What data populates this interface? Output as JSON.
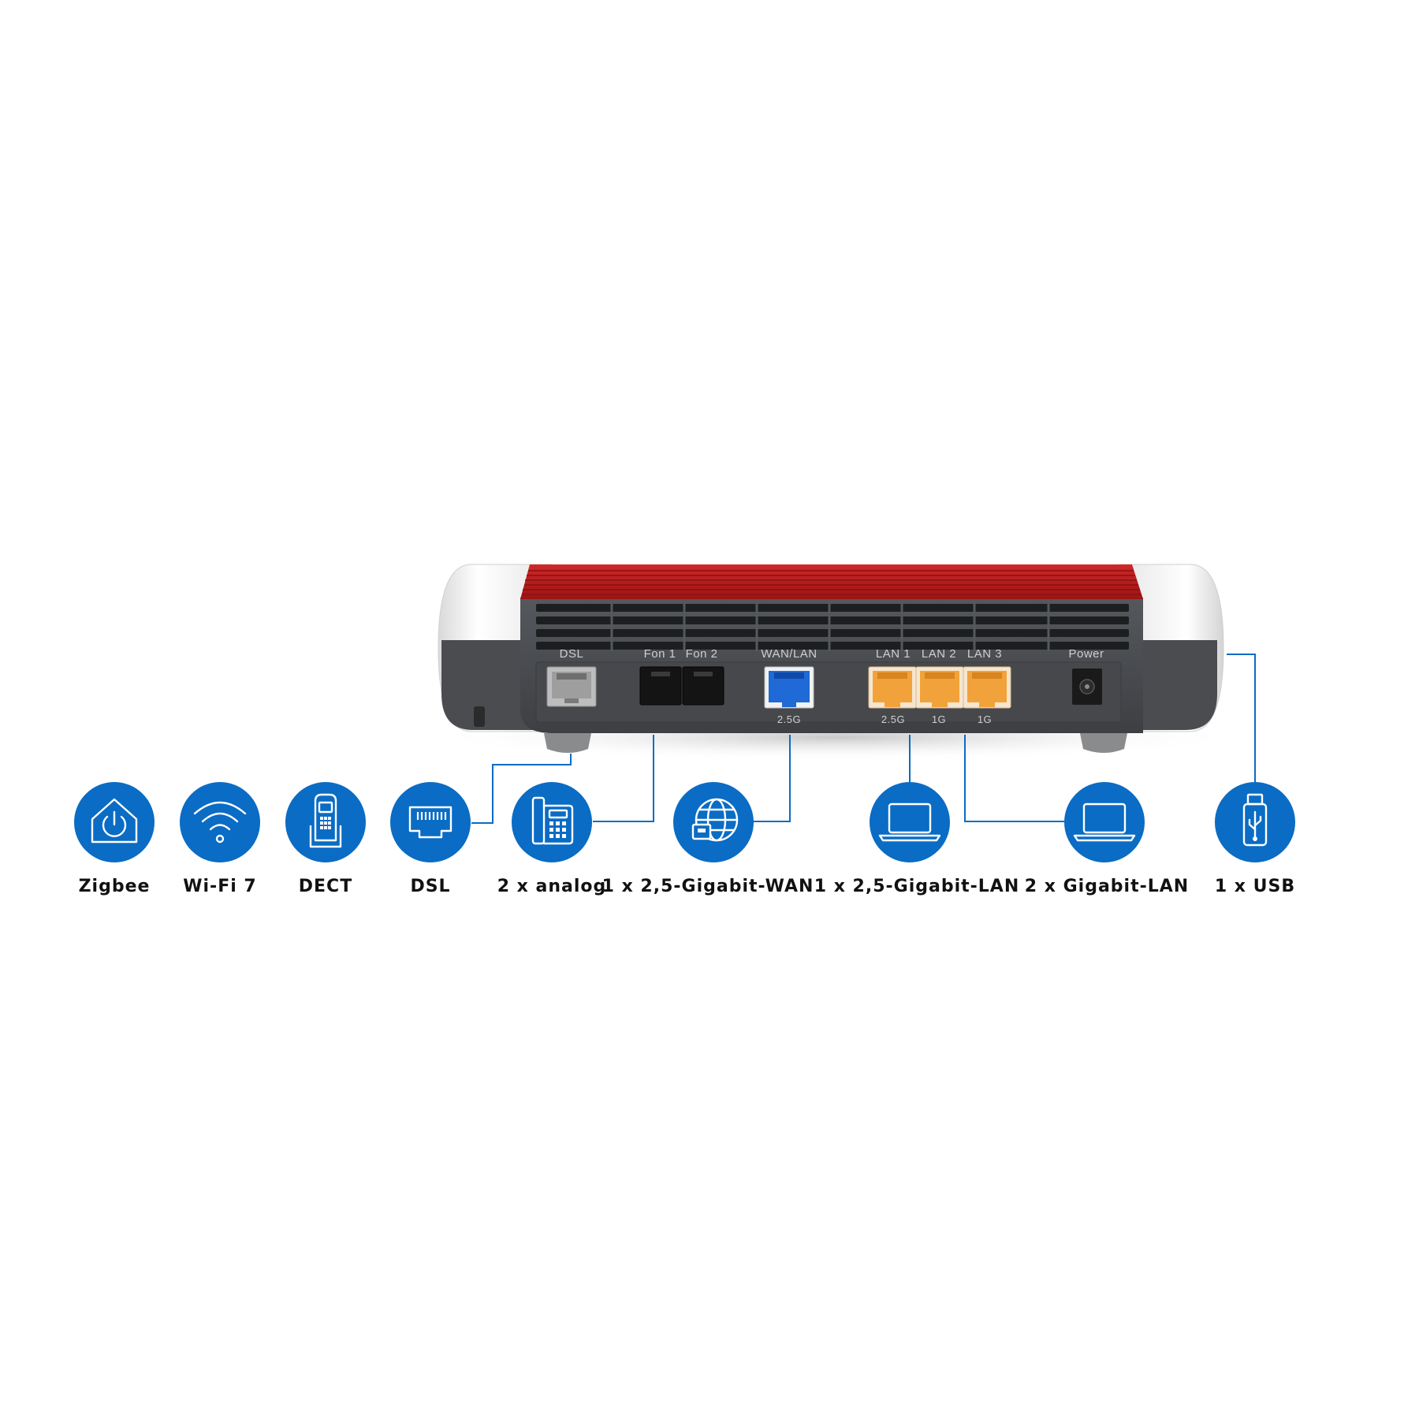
{
  "colors": {
    "accent": "#0a6cc4",
    "router_red": "#b31b1b",
    "router_gray": "#4a4c50",
    "port_blue": "#1f6ad6",
    "port_orange": "#f2a23a",
    "label_text": "#111111"
  },
  "router": {
    "port_labels": {
      "dsl": "DSL",
      "fon1": "Fon 1",
      "fon2": "Fon 2",
      "wanlan": "WAN/LAN",
      "lan1": "LAN 1",
      "lan2": "LAN 2",
      "lan3": "LAN 3",
      "power": "Power"
    },
    "speed_labels": {
      "wan": "2.5G",
      "lan1": "2.5G",
      "lan2": "1G",
      "lan3": "1G"
    }
  },
  "features": [
    {
      "icon": "smart-home-power-icon",
      "label": "Zigbee"
    },
    {
      "icon": "wifi-icon",
      "label": "Wi-Fi 7"
    },
    {
      "icon": "dect-handset-icon",
      "label": "DECT"
    },
    {
      "icon": "dsl-port-icon",
      "label": "DSL"
    },
    {
      "icon": "desk-phone-icon",
      "label": "2 x analog"
    },
    {
      "icon": "globe-network-icon",
      "label": "1 x 2,5-Gigabit-WAN"
    },
    {
      "icon": "laptop-icon",
      "label": "1 x 2,5-Gigabit-LAN"
    },
    {
      "icon": "laptop-icon",
      "label": "2 x Gigabit-LAN"
    },
    {
      "icon": "usb-stick-icon",
      "label": "1 x USB"
    }
  ]
}
